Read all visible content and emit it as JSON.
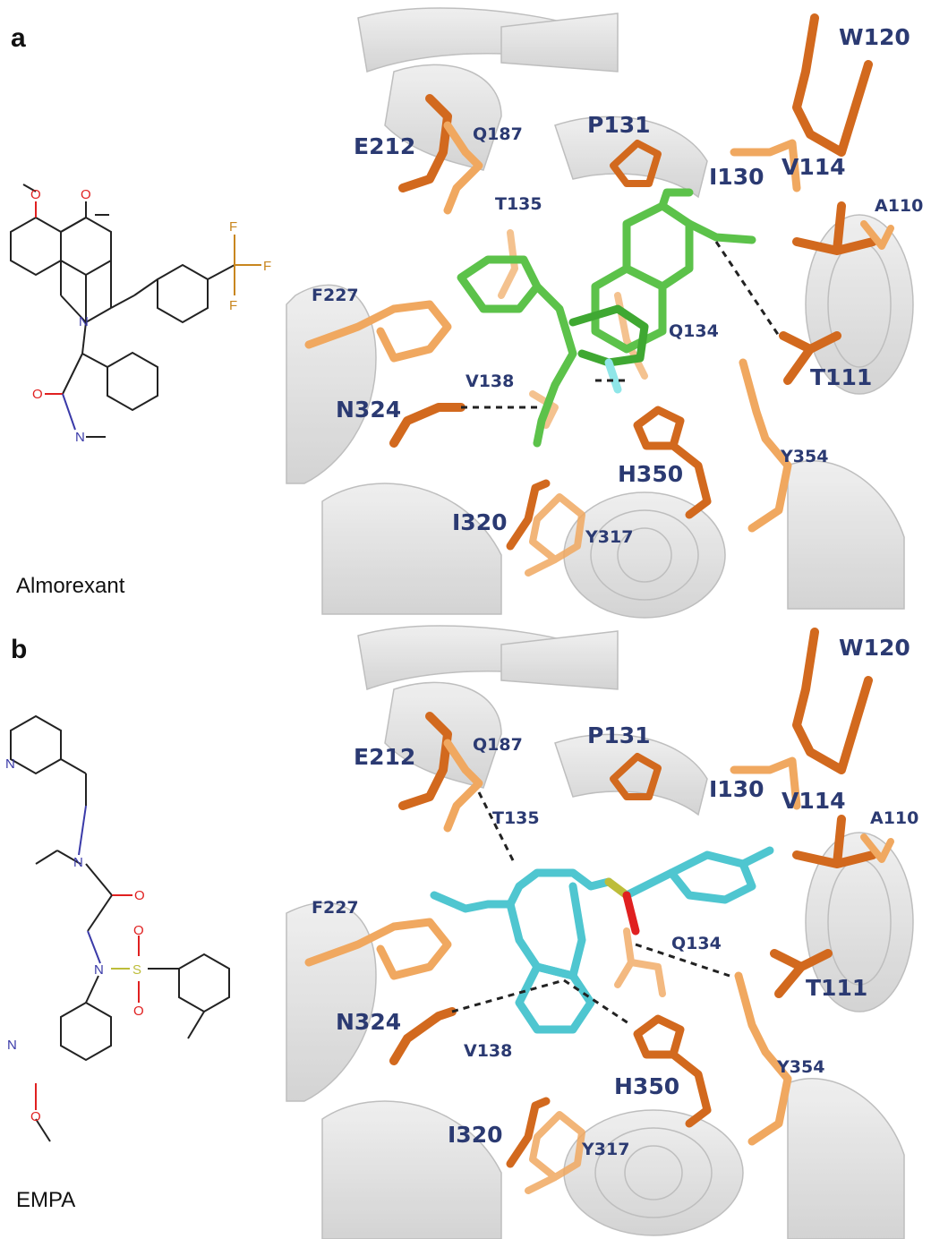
{
  "panels": [
    {
      "letter": "a",
      "compound": "Almorexant",
      "residues": {
        "W120": "W120",
        "E212": "E212",
        "Q187": "Q187",
        "P131": "P131",
        "I130": "I130",
        "V114": "V114",
        "A110": "A110",
        "T135": "T135",
        "F227": "F227",
        "Q134": "Q134",
        "V138": "V138",
        "N324": "N324",
        "T111": "T111",
        "Y354": "Y354",
        "H350": "H350",
        "I320": "I320",
        "Y317": "Y317"
      },
      "atoms": {
        "F": "F",
        "N": "N",
        "O": "O"
      }
    },
    {
      "letter": "b",
      "compound": "EMPA",
      "residues": {
        "W120": "W120",
        "E212": "E212",
        "Q187": "Q187",
        "P131": "P131",
        "I130": "I130",
        "V114": "V114",
        "A110": "A110",
        "T135": "T135",
        "F227": "F227",
        "Q134": "Q134",
        "V138": "V138",
        "N324": "N324",
        "T111": "T111",
        "Y354": "Y354",
        "H350": "H350",
        "I320": "I320",
        "Y317": "Y317"
      },
      "atoms": {
        "N": "N",
        "O": "O",
        "S": "S"
      }
    }
  ],
  "colors": {
    "residue_dark": "#d2691e",
    "residue_light": "#f0a860",
    "ligand_a": "#5cc24a",
    "ligand_b": "#4fc6d0",
    "ribbon": "#d8d8d8",
    "label": "#2b3a72",
    "nitrogen": "#3a3aa8",
    "oxygen": "#e02020",
    "sulfur": "#bdbd3a",
    "fluorine": "#c8861e"
  }
}
